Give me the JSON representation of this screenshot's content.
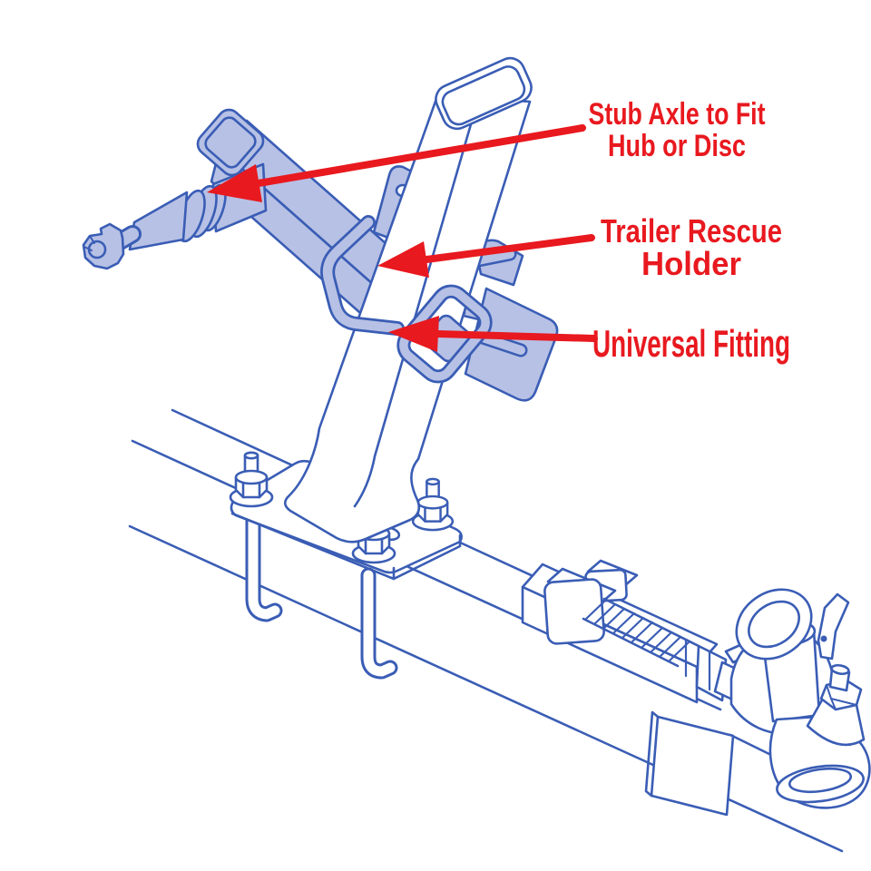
{
  "figure": {
    "type": "annotated-diagram",
    "subject": "Trailer Rescue stub axle holder clamped to a jockey-style post on a trailer drawbar with overrun hitch coupling"
  },
  "colors": {
    "outline_blue": "#3a5db5",
    "fill_light_blue": "#b7c1e5",
    "annotation_red": "#e8191f",
    "background": "#ffffff"
  },
  "annotations": [
    {
      "id": "stub-axle",
      "line1": "Stub Axle to Fit",
      "line2": "Hub or Disc"
    },
    {
      "id": "trailer-rescue-holder",
      "line1": "Trailer Rescue",
      "line2": "Holder"
    },
    {
      "id": "universal-fitting",
      "line1": "Universal Fitting",
      "line2": ""
    }
  ]
}
